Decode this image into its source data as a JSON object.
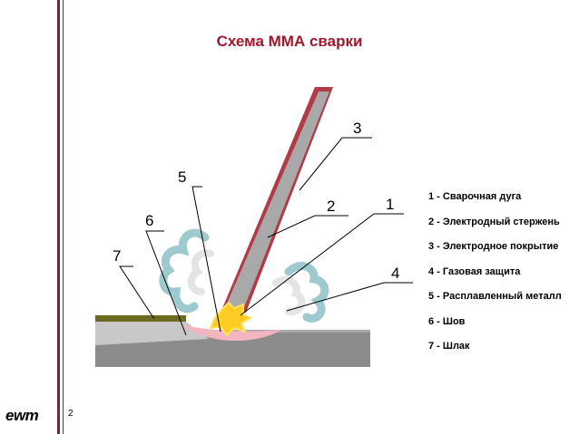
{
  "title": "Схема  ММА сварки",
  "labels": [
    "1",
    "2",
    "3",
    "4",
    "5",
    "6",
    "7"
  ],
  "legend": [
    "1 - Сварочная дуга",
    "2 - Электродный стержень",
    "3 - Электродное покрытие",
    "4 - Газовая защита",
    "5 - Расплавленный металл",
    "6 - Шов",
    "7 - Шлак"
  ],
  "logo": "ewm",
  "page_number": "2",
  "colors": {
    "accent": "#a0172e",
    "base_metal": "#8c8c8c",
    "bead": "#c8c8c8",
    "slag": "#6b6b1f",
    "electrode_core": "#a9a9a9",
    "electrode_coating": "#b33b47",
    "arc": "#ffcc22",
    "weld_pool": "#f2b6c0",
    "gas_shield": "#9ec9cf"
  }
}
